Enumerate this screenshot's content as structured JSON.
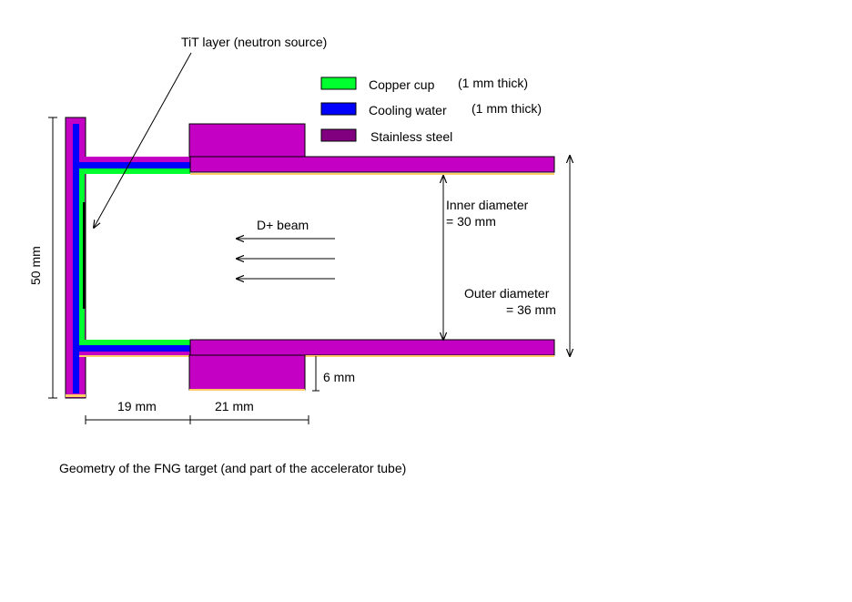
{
  "colors": {
    "copper": "#00ff2e",
    "water": "#0000ff",
    "steel_legend": "#800080",
    "steel": "#c400c4",
    "tit": "#000000",
    "thin_line": "#ffcc66"
  },
  "labels": {
    "tit_layer": "TiT layer (neutron source)",
    "beam": "D+ beam",
    "inner_diameter_1": "Inner diameter",
    "inner_diameter_2": "=  30 mm",
    "outer_diameter_1": "Outer diameter",
    "outer_diameter_2": "= 36 mm",
    "dim_50": "50 mm",
    "dim_6": "6 mm",
    "dim_19": "19  mm",
    "dim_21": "21 mm",
    "caption": "Geometry of the FNG target (and part of the accelerator tube)"
  },
  "legend": [
    {
      "name": "Copper cup",
      "note": "(1 mm thick)",
      "color_key": "copper"
    },
    {
      "name": "Cooling water",
      "note": "(1 mm thick)",
      "color_key": "water"
    },
    {
      "name": "Stainless steel",
      "note": "",
      "color_key": "steel_legend"
    }
  ]
}
